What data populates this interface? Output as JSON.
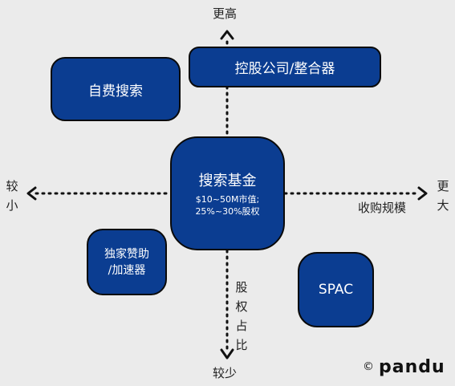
{
  "colors": {
    "box_fill": "#0b3d91",
    "box_border": "#0a0a0a",
    "background": "#ebebeb",
    "text": "#222222",
    "line": "#111111"
  },
  "axes": {
    "top": "更高",
    "bottom": "较少",
    "left_chars": [
      "较",
      "小"
    ],
    "right_chars": [
      "更",
      "大"
    ],
    "vertical_label_chars": [
      "股",
      "权",
      "占",
      "比"
    ],
    "horizontal_label": "收购规模"
  },
  "boxes": {
    "self_search": "自费搜索",
    "holding": "控股公司/整合器",
    "search_fund": {
      "title": "搜索基金",
      "line1": "$10~50M市值;",
      "line2": "25%~30%股权"
    },
    "incubator": {
      "line1": "独家赞助",
      "line2": "/加速器"
    },
    "spac": "SPAC"
  },
  "watermark": {
    "symbol": "©",
    "brand": "pandu"
  }
}
